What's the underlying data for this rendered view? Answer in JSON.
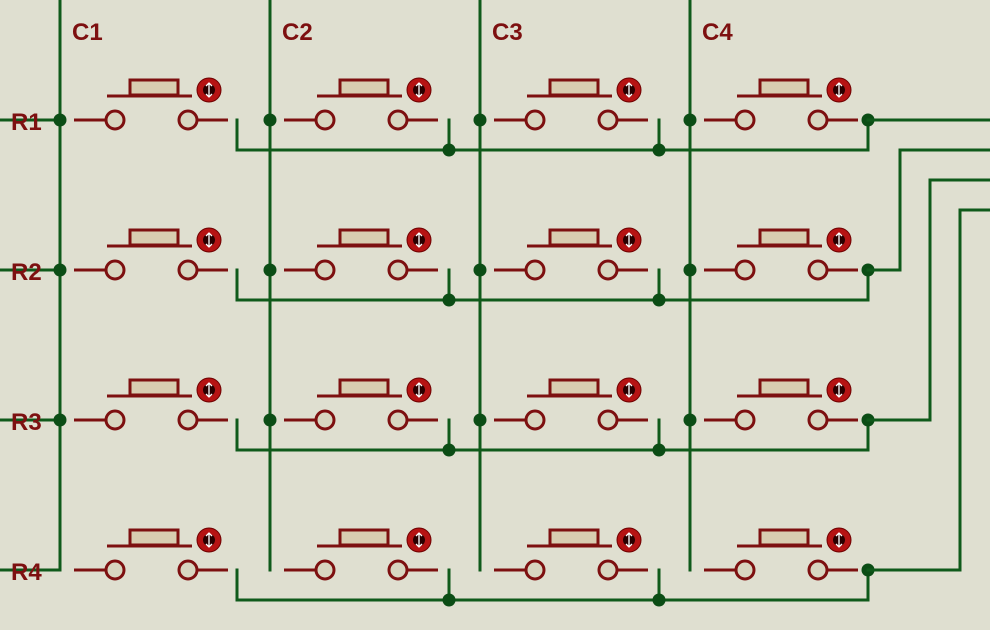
{
  "labels": {
    "columns": [
      "C1",
      "C2",
      "C3",
      "C4"
    ],
    "rows": [
      "R1",
      "R2",
      "R3",
      "R4"
    ]
  },
  "colors": {
    "background": "#dfdfd0",
    "wire": "#0f5a1a",
    "junction": "#0b4d15",
    "component": "#7d1010",
    "button_cap": "#d8cdb1",
    "actuator": "#b51313"
  }
}
